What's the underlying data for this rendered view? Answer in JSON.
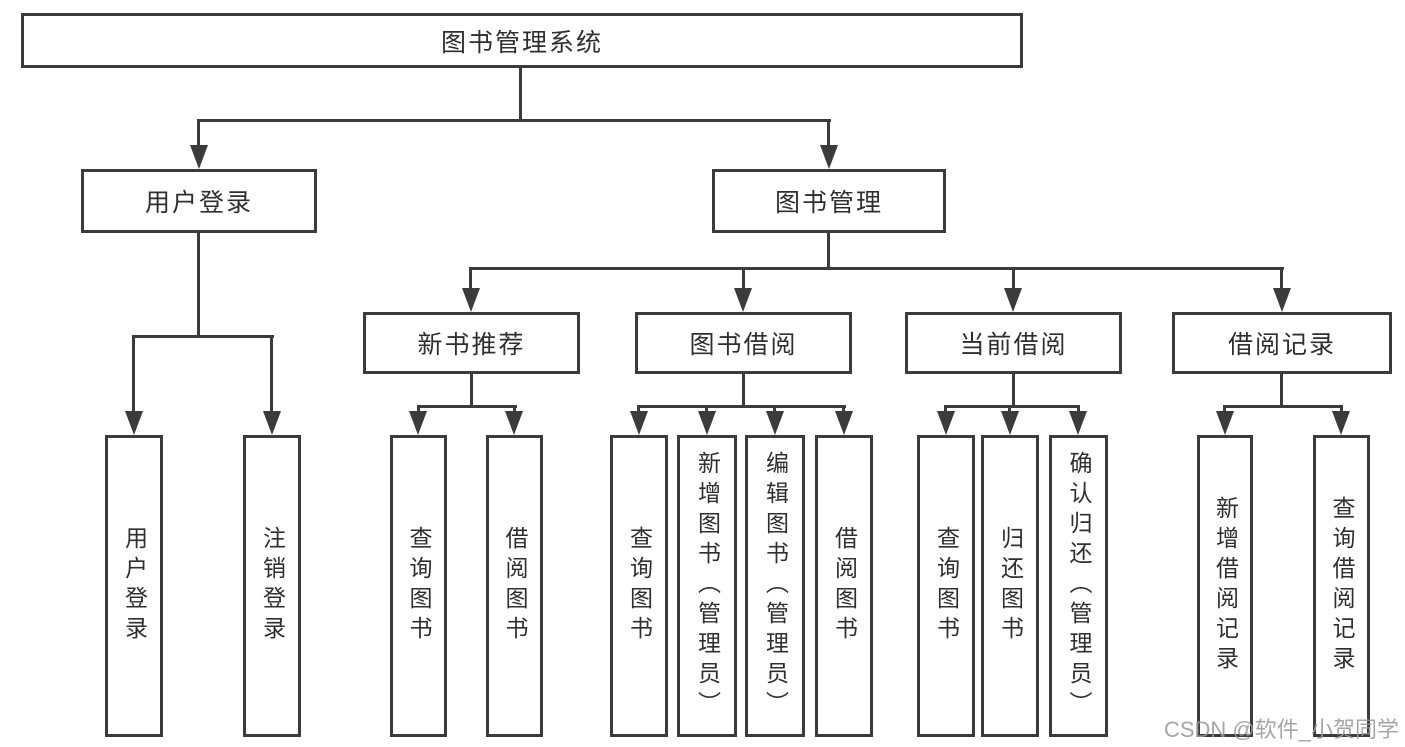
{
  "tree": {
    "label": "图书管理系统",
    "children": [
      {
        "label": "用户登录",
        "children": [
          {
            "label": "用户登录"
          },
          {
            "label": "注销登录"
          }
        ]
      },
      {
        "label": "图书管理",
        "children": [
          {
            "label": "新书推荐",
            "children": [
              {
                "label": "查询图书"
              },
              {
                "label": "借阅图书"
              }
            ]
          },
          {
            "label": "图书借阅",
            "children": [
              {
                "label": "查询图书"
              },
              {
                "label": "新增图书（管理员）"
              },
              {
                "label": "编辑图书（管理员）"
              },
              {
                "label": "借阅图书"
              }
            ]
          },
          {
            "label": "当前借阅",
            "children": [
              {
                "label": "查询图书"
              },
              {
                "label": "归还图书"
              },
              {
                "label": "确认归还（管理员）"
              }
            ]
          },
          {
            "label": "借阅记录",
            "children": [
              {
                "label": "新增借阅记录"
              },
              {
                "label": "查询借阅记录"
              }
            ]
          }
        ]
      }
    ]
  },
  "watermark": {
    "text": "CSDN @软件_小贺同学"
  },
  "colors": {
    "line": "#3b3b3b",
    "text": "#2f2f2f",
    "background": "#ffffff",
    "watermark": "#9a9a9a"
  }
}
